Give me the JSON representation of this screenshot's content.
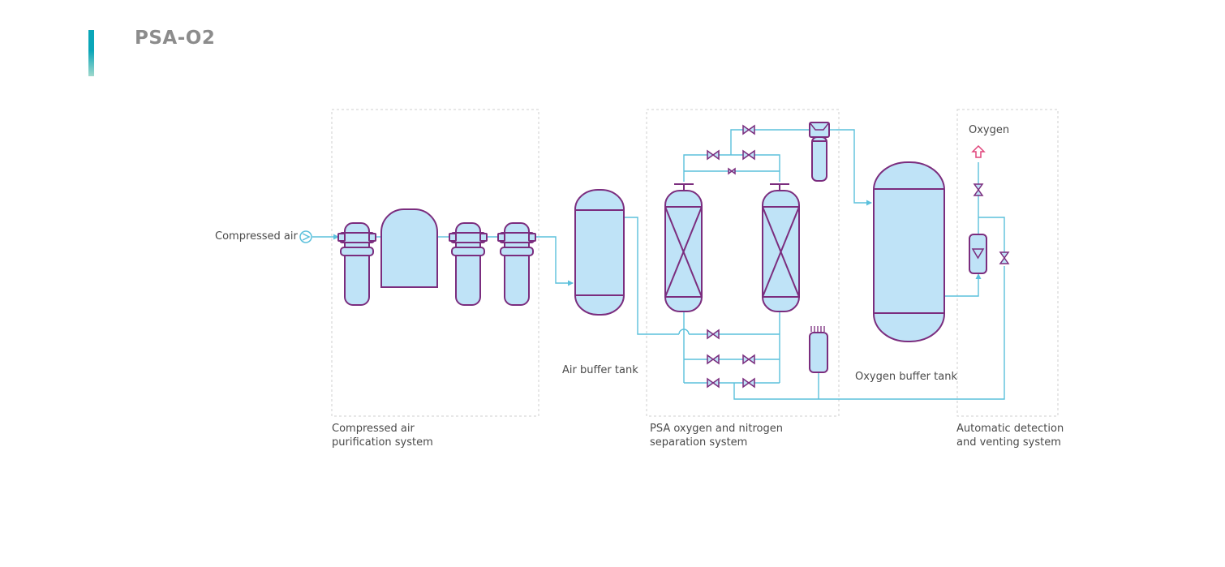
{
  "header": {
    "title": "PSA-O2"
  },
  "labels": {
    "compressed_air": "Compressed air",
    "air_buffer_tank": "Air buffer tank",
    "oxygen_buffer_tank": "Oxygen buffer tank",
    "oxygen": "Oxygen"
  },
  "systems": [
    {
      "line1": "Compressed air",
      "line2": "purification system"
    },
    {
      "line1": "PSA oxygen and nitrogen",
      "line2": "separation system"
    },
    {
      "line1": "Automatic detection",
      "line2": "and venting system"
    }
  ],
  "colors": {
    "accent": "#0aa6b8",
    "vessel_fill": "#bfe3f7",
    "vessel_stroke": "#7b2d7e",
    "pipe": "#5bc0dc",
    "oxygen_arrow": "#e0457b",
    "box_border": "#cfcfcf"
  }
}
